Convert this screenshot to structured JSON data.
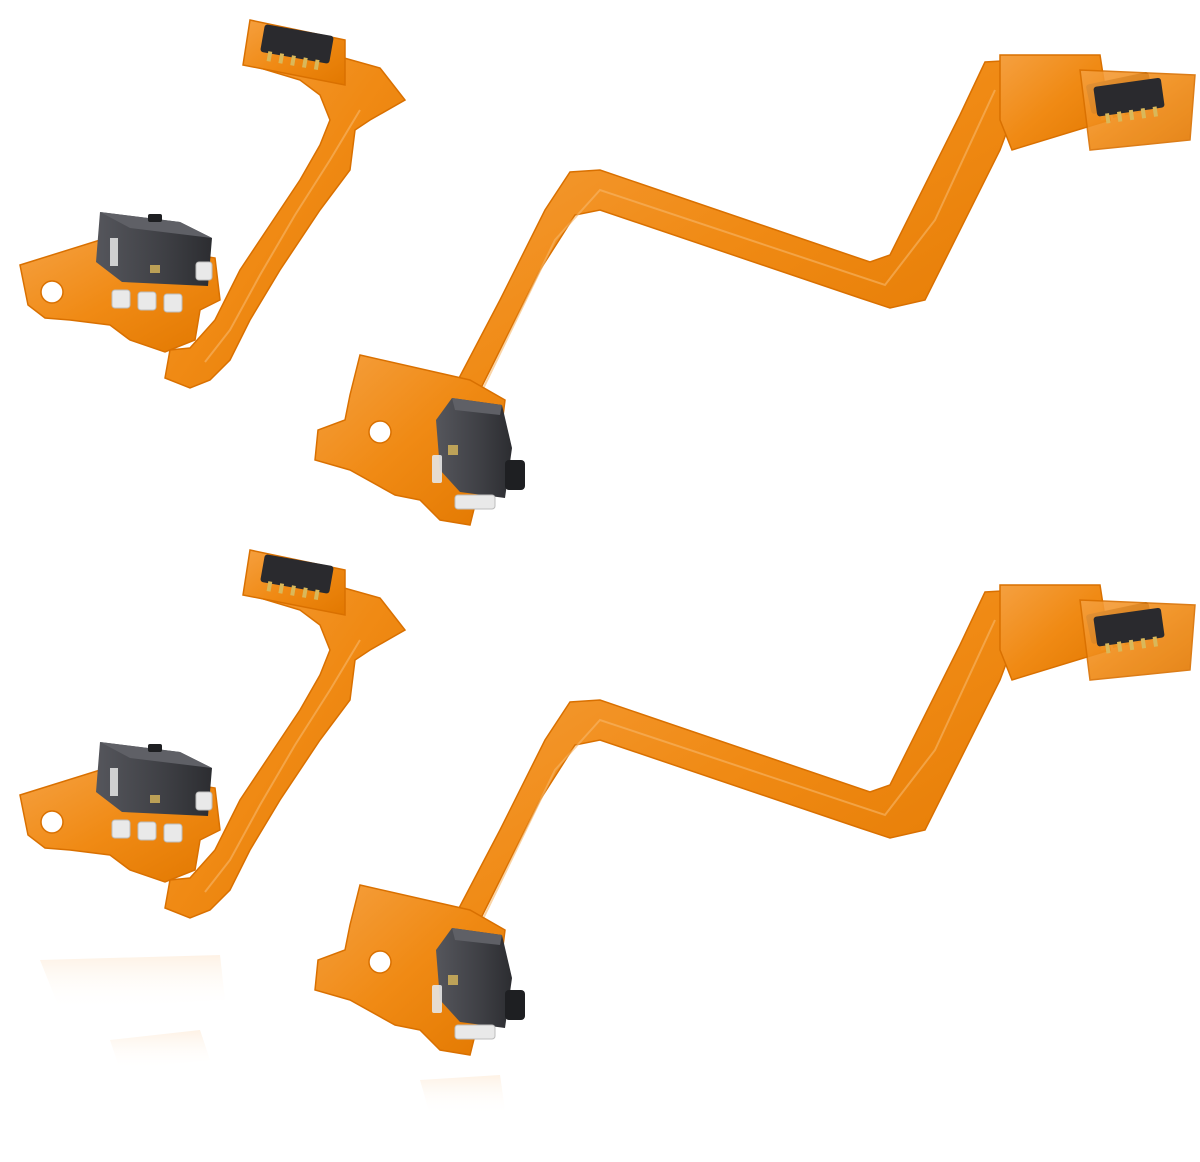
{
  "image": {
    "subject": "flex-cable-switch-parts",
    "background": "#ffffff",
    "colors": {
      "flex": "#f08a14",
      "flex_dark": "#d96e00",
      "flex_light": "#f7a84a",
      "switch_body": "#3e3f44",
      "switch_dark": "#26272b",
      "connector": "#2a2a2e",
      "pin": "#d9b85a",
      "pad": "#e9e9e9"
    },
    "parts": [
      {
        "id": "short-cable-top",
        "kind": "short-flex-switch"
      },
      {
        "id": "long-cable-top",
        "kind": "long-flex-switch"
      },
      {
        "id": "short-cable-bottom",
        "kind": "short-flex-switch"
      },
      {
        "id": "long-cable-bottom",
        "kind": "long-flex-switch"
      }
    ]
  }
}
